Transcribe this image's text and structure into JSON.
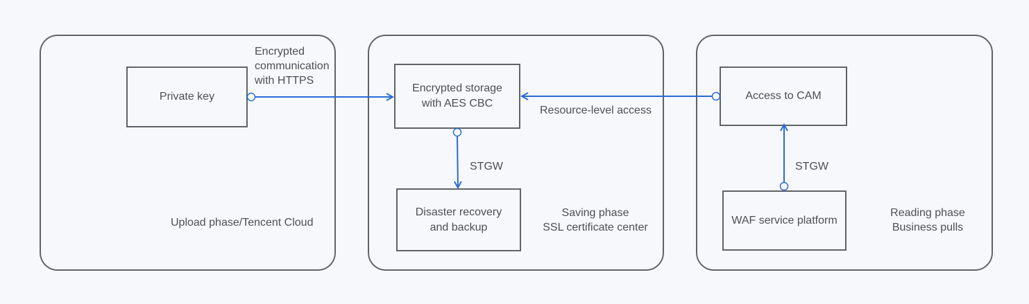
{
  "phases": {
    "upload": "Upload phase/Tencent Cloud",
    "saving": "Saving phase\nSSL certificate center",
    "reading": "Reading phase\nBusiness pulls"
  },
  "nodes": {
    "private_key": "Private key",
    "encrypted_storage": "Encrypted storage\nwith AES CBC",
    "disaster_recovery": "Disaster recovery\nand backup",
    "access_cam": "Access to CAM",
    "waf": "WAF service platform"
  },
  "edges": {
    "https": "Encrypted\ncommunication\nwith HTTPS",
    "resource_access": "Resource-level access",
    "stgw_saving": "STGW",
    "stgw_reading": "STGW"
  },
  "colors": {
    "connector": "#2a6ad6",
    "border": "#5f6368",
    "background": "#f6f8fb"
  }
}
